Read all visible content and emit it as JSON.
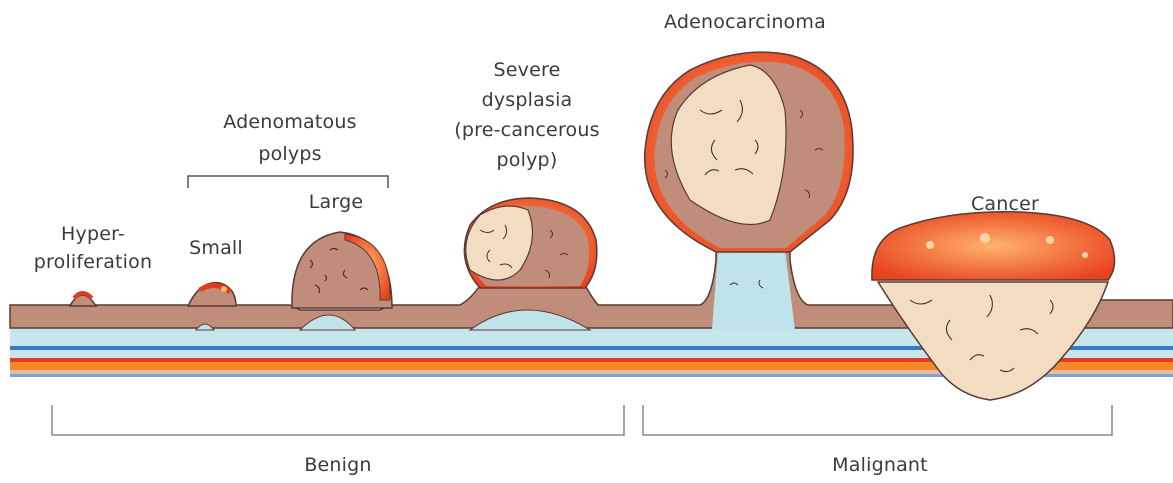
{
  "labels": {
    "hyper_1": "Hyper-",
    "hyper_2": "proliferation",
    "small": "Small",
    "adenomatous_1": "Adenomatous",
    "adenomatous_2": "polyps",
    "large": "Large",
    "severe_1": "Severe",
    "severe_2": "dysplasia",
    "severe_3": "(pre-cancerous",
    "severe_4": "polyp)",
    "adenocarcinoma": "Adenocarcinoma",
    "cancer": "Cancer",
    "benign": "Benign",
    "malignant": "Malignant"
  },
  "colors": {
    "mucosa": "#c08d7b",
    "mucosa_outline": "#5a3a32",
    "submucosa": "#bfe3ea",
    "cream": "#f3ddc2",
    "red": "#e53a1f",
    "orange": "#f08a2a",
    "blue_band": "#3a78c8",
    "line_gray": "#8a8a8a"
  }
}
